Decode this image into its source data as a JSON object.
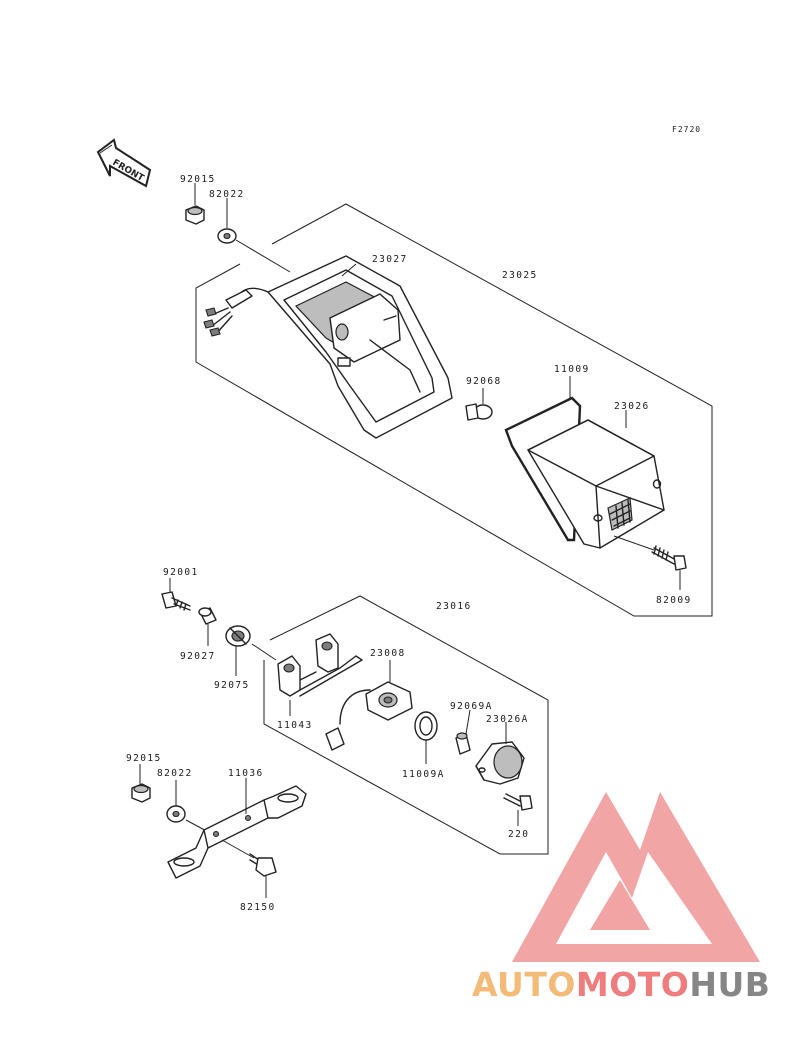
{
  "figure_code": "F2720",
  "front_arrow_label": "FRONT",
  "parts": {
    "p92015_top": "92015",
    "p82022_top": "82022",
    "p23027": "23027",
    "p23025": "23025",
    "p92068": "92068",
    "p11009": "11009",
    "p23026": "23026",
    "p82009": "82009",
    "p92001": "92001",
    "p92027": "92027",
    "p92075": "92075",
    "p23016": "23016",
    "p23008": "23008",
    "p11043": "11043",
    "p92069A": "92069A",
    "p23026A": "23026A",
    "p11009A": "11009A",
    "p220": "220",
    "p92015_bottom": "92015",
    "p82022_bottom": "82022",
    "p11036": "11036",
    "p82150": "82150"
  },
  "watermark": {
    "part1": "AUTO",
    "part2": "MOTO",
    "part3": "HUB",
    "color_orange": "#f2b36a",
    "color_red": "#ee6f6f",
    "color_gray": "#7a7a7a"
  }
}
